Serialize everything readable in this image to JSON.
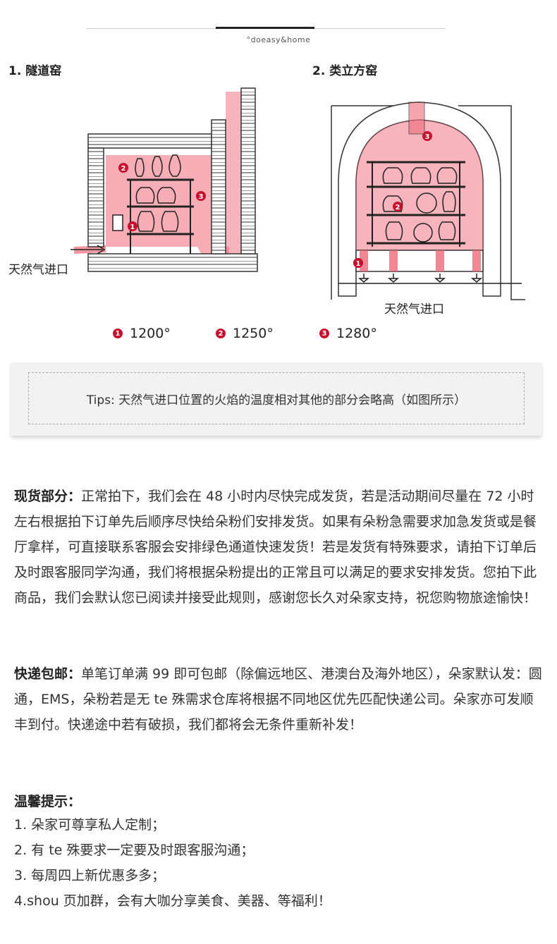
{
  "brand": "°doeasy&home",
  "diagram": {
    "kiln1": {
      "title": "1. 隧道窑",
      "inlet_label": "天然气进口"
    },
    "kiln2": {
      "title": "2. 类立方窑",
      "inlet_label": "天然气进口"
    },
    "legend": [
      {
        "num": "1",
        "temp": "1200°"
      },
      {
        "num": "2",
        "temp": "1250°"
      },
      {
        "num": "3",
        "temp": "1280°"
      }
    ],
    "colors": {
      "flame": "#f06a7a",
      "marker": "#c8102e"
    }
  },
  "tips": "Tips: 天然气进口位置的火焰的温度相对其他的部分会略高（如图所示）",
  "sections": {
    "stock": {
      "label": "现货部分：",
      "body": "正常拍下，我们会在 48 小时内尽快完成发货，若是活动期间尽量在 72 小时左右根据拍下订单先后顺序尽快给朵粉们安排发货。如果有朵粉急需要求加急发货或是餐厅拿样，可直接联系客服会安排绿色通道快速发货！若是发货有特殊要求，请拍下订单后及时跟客服同学沟通，我们将根据朵粉提出的正常且可以满足的要求安排发货。您拍下此商品，我们会默认您已阅读并接受此规则，感谢您长久对朵家支持，祝您购物旅途愉快！"
    },
    "shipping": {
      "label": "快递包邮：",
      "body": "单笔订单满 99 即可包邮（除偏远地区、港澳台及海外地区），朵家默认发：圆通，EMS，朵粉若是无 te 殊需求仓库将根据不同地区优先匹配快递公司。朵家亦可发顺丰到付。快递途中若有破损，我们都将会无条件重新补发！"
    },
    "tips_list": {
      "label": "温馨提示：",
      "items": [
        "1. 朵家可尊享私人定制；",
        "2. 有 te 殊要求一定要及时跟客服沟通；",
        "3. 每周四上新优惠多多；",
        "4.shou 页加群，会有大咖分享美食、美器、等福利！"
      ]
    }
  }
}
